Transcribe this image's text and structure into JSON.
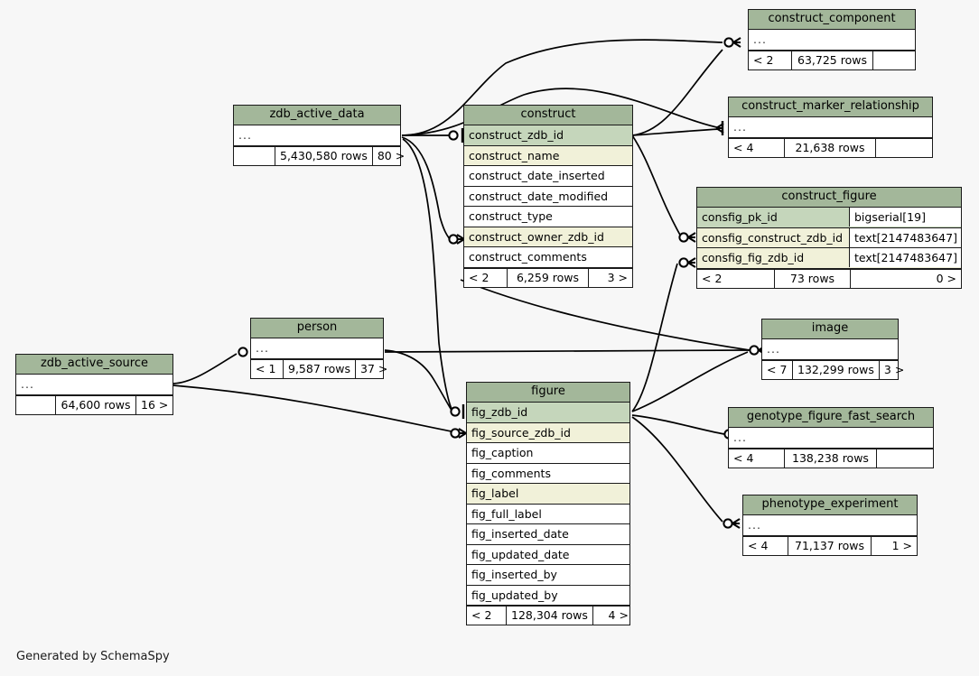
{
  "diagram": {
    "type": "entity-relationship-diagram",
    "credit": "Generated by SchemaSpy",
    "colors": {
      "background": "#f7f7f7",
      "table_header": "#a3b79a",
      "primary_key_row": "#c5d6bb",
      "foreign_key_row": "#f1f1d9",
      "plain_row": "#ffffff",
      "border": "#1a1a1a"
    }
  },
  "tables": {
    "zdb_active_data": {
      "title": "zdb_active_data",
      "ellipsis": "...",
      "footer": {
        "left": "",
        "mid": "5,430,580 rows",
        "right": "80 >"
      }
    },
    "construct": {
      "title": "construct",
      "columns": [
        {
          "name": "construct_zdb_id",
          "kind": "pk"
        },
        {
          "name": "construct_name",
          "kind": "fk"
        },
        {
          "name": "construct_date_inserted",
          "kind": "plain"
        },
        {
          "name": "construct_date_modified",
          "kind": "plain"
        },
        {
          "name": "construct_type",
          "kind": "plain"
        },
        {
          "name": "construct_owner_zdb_id",
          "kind": "fk"
        },
        {
          "name": "construct_comments",
          "kind": "plain"
        }
      ],
      "footer": {
        "left": "< 2",
        "mid": "6,259 rows",
        "right": "3 >"
      }
    },
    "construct_component": {
      "title": "construct_component",
      "ellipsis": "...",
      "footer": {
        "left": "< 2",
        "mid": "63,725 rows",
        "right": ""
      }
    },
    "construct_marker_relationship": {
      "title": "construct_marker_relationship",
      "ellipsis": "...",
      "footer": {
        "left": "< 4",
        "mid": "21,638 rows",
        "right": ""
      }
    },
    "construct_figure": {
      "title": "construct_figure",
      "columns": [
        {
          "name": "consfig_pk_id",
          "type": "bigserial[19]",
          "kind": "pk"
        },
        {
          "name": "consfig_construct_zdb_id",
          "type": "text[2147483647]",
          "kind": "fk"
        },
        {
          "name": "consfig_fig_zdb_id",
          "type": "text[2147483647]",
          "kind": "fk"
        }
      ],
      "footer": {
        "left": "< 2",
        "mid": "73 rows",
        "right": "0 >"
      }
    },
    "person": {
      "title": "person",
      "ellipsis": "...",
      "footer": {
        "left": "< 1",
        "mid": "9,587 rows",
        "right": "37 >"
      }
    },
    "zdb_active_source": {
      "title": "zdb_active_source",
      "ellipsis": "...",
      "footer": {
        "left": "",
        "mid": "64,600 rows",
        "right": "16 >"
      }
    },
    "image": {
      "title": "image",
      "ellipsis": "...",
      "footer": {
        "left": "< 7",
        "mid": "132,299 rows",
        "right": "3 >"
      }
    },
    "figure": {
      "title": "figure",
      "columns": [
        {
          "name": "fig_zdb_id",
          "kind": "pk"
        },
        {
          "name": "fig_source_zdb_id",
          "kind": "fk"
        },
        {
          "name": "fig_caption",
          "kind": "plain"
        },
        {
          "name": "fig_comments",
          "kind": "plain"
        },
        {
          "name": "fig_label",
          "kind": "fk"
        },
        {
          "name": "fig_full_label",
          "kind": "plain"
        },
        {
          "name": "fig_inserted_date",
          "kind": "plain"
        },
        {
          "name": "fig_updated_date",
          "kind": "plain"
        },
        {
          "name": "fig_inserted_by",
          "kind": "plain"
        },
        {
          "name": "fig_updated_by",
          "kind": "plain"
        }
      ],
      "footer": {
        "left": "< 2",
        "mid": "128,304 rows",
        "right": "4 >"
      }
    },
    "genotype_figure_fast_search": {
      "title": "genotype_figure_fast_search",
      "ellipsis": "...",
      "footer": {
        "left": "< 4",
        "mid": "138,238 rows",
        "right": ""
      }
    },
    "phenotype_experiment": {
      "title": "phenotype_experiment",
      "ellipsis": "...",
      "footer": {
        "left": "< 4",
        "mid": "71,137 rows",
        "right": "1 >"
      }
    }
  }
}
